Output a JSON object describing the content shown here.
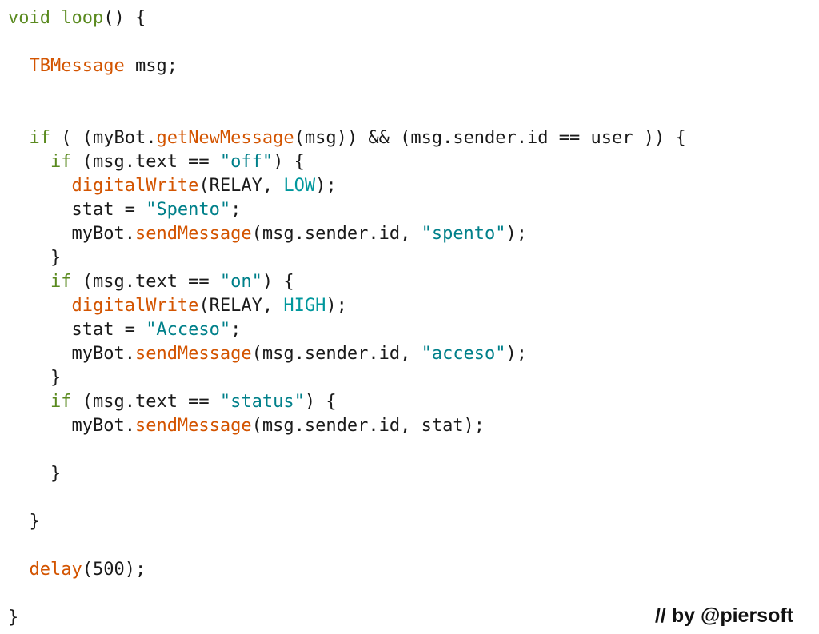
{
  "code": {
    "lines": [
      [
        [
          "kw",
          "void"
        ],
        [
          "plain",
          " "
        ],
        [
          "kw",
          "loop"
        ],
        [
          "plain",
          "() {"
        ]
      ],
      [],
      [
        [
          "plain",
          "  "
        ],
        [
          "type",
          "TBMessage"
        ],
        [
          "plain",
          " msg;"
        ]
      ],
      [],
      [],
      [
        [
          "plain",
          "  "
        ],
        [
          "kw",
          "if"
        ],
        [
          "plain",
          " ( (myBot."
        ],
        [
          "fn",
          "getNewMessage"
        ],
        [
          "plain",
          "(msg)) && (msg.sender.id == user )) {"
        ]
      ],
      [
        [
          "plain",
          "    "
        ],
        [
          "kw",
          "if"
        ],
        [
          "plain",
          " (msg.text == "
        ],
        [
          "str",
          "\"off\""
        ],
        [
          "plain",
          ") {"
        ]
      ],
      [
        [
          "plain",
          "      "
        ],
        [
          "fn",
          "digitalWrite"
        ],
        [
          "plain",
          "(RELAY, "
        ],
        [
          "const",
          "LOW"
        ],
        [
          "plain",
          ");"
        ]
      ],
      [
        [
          "plain",
          "      stat = "
        ],
        [
          "str",
          "\"Spento\""
        ],
        [
          "plain",
          ";"
        ]
      ],
      [
        [
          "plain",
          "      myBot."
        ],
        [
          "fn",
          "sendMessage"
        ],
        [
          "plain",
          "(msg.sender.id, "
        ],
        [
          "str",
          "\"spento\""
        ],
        [
          "plain",
          ");"
        ]
      ],
      [
        [
          "plain",
          "    }"
        ]
      ],
      [
        [
          "plain",
          "    "
        ],
        [
          "kw",
          "if"
        ],
        [
          "plain",
          " (msg.text == "
        ],
        [
          "str",
          "\"on\""
        ],
        [
          "plain",
          ") {"
        ]
      ],
      [
        [
          "plain",
          "      "
        ],
        [
          "fn",
          "digitalWrite"
        ],
        [
          "plain",
          "(RELAY, "
        ],
        [
          "const",
          "HIGH"
        ],
        [
          "plain",
          ");"
        ]
      ],
      [
        [
          "plain",
          "      stat = "
        ],
        [
          "str",
          "\"Acceso\""
        ],
        [
          "plain",
          ";"
        ]
      ],
      [
        [
          "plain",
          "      myBot."
        ],
        [
          "fn",
          "sendMessage"
        ],
        [
          "plain",
          "(msg.sender.id, "
        ],
        [
          "str",
          "\"acceso\""
        ],
        [
          "plain",
          ");"
        ]
      ],
      [
        [
          "plain",
          "    }"
        ]
      ],
      [
        [
          "plain",
          "    "
        ],
        [
          "kw",
          "if"
        ],
        [
          "plain",
          " (msg.text == "
        ],
        [
          "str",
          "\"status\""
        ],
        [
          "plain",
          ") {"
        ]
      ],
      [
        [
          "plain",
          "      myBot."
        ],
        [
          "fn",
          "sendMessage"
        ],
        [
          "plain",
          "(msg.sender.id, stat);"
        ]
      ],
      [],
      [
        [
          "plain",
          "    }"
        ]
      ],
      [],
      [
        [
          "plain",
          "  }"
        ]
      ],
      [],
      [
        [
          "plain",
          "  "
        ],
        [
          "fn",
          "delay"
        ],
        [
          "plain",
          "(500);"
        ]
      ],
      [],
      [
        [
          "plain",
          "}"
        ]
      ]
    ]
  },
  "signature": "// by @piersoft",
  "colors": {
    "keyword": "#5a8a1f",
    "function": "#d35400",
    "string": "#00808a",
    "constant": "#00979c",
    "text": "#1a1a1a"
  }
}
